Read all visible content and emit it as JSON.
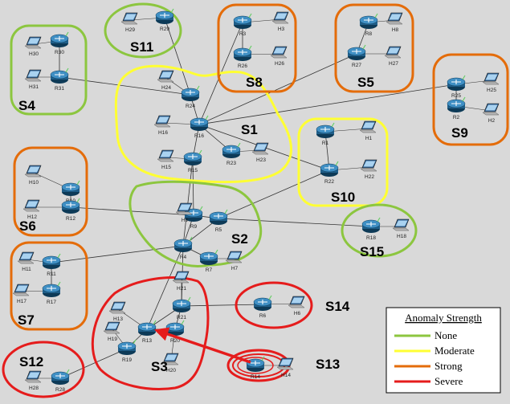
{
  "colors": {
    "none": "#8cc63f",
    "moderate": "#ffff33",
    "strong": "#e46c0a",
    "severe": "#e51c1c",
    "background": "#d9d9d9",
    "link": "#333333",
    "router": "#1f5f8a"
  },
  "regions": [
    {
      "label": "S1",
      "strength": "moderate"
    },
    {
      "label": "S2",
      "strength": "none"
    },
    {
      "label": "S3",
      "strength": "severe"
    },
    {
      "label": "S4",
      "strength": "none"
    },
    {
      "label": "S5",
      "strength": "strong"
    },
    {
      "label": "S6",
      "strength": "strong"
    },
    {
      "label": "S7",
      "strength": "strong"
    },
    {
      "label": "S8",
      "strength": "strong"
    },
    {
      "label": "S9",
      "strength": "strong"
    },
    {
      "label": "S10",
      "strength": "moderate"
    },
    {
      "label": "S11",
      "strength": "none"
    },
    {
      "label": "S12",
      "strength": "severe"
    },
    {
      "label": "S13",
      "strength": "severe"
    },
    {
      "label": "S14",
      "strength": "severe"
    },
    {
      "label": "S15",
      "strength": "none"
    }
  ],
  "routers": [
    "R1",
    "R2",
    "R3",
    "R4",
    "R5",
    "R6",
    "R7",
    "R8",
    "R9",
    "R10",
    "R11",
    "R12",
    "R13",
    "R14",
    "R15",
    "R16",
    "R17",
    "R18",
    "R19",
    "R20",
    "R21",
    "R22",
    "R23",
    "R24",
    "R25",
    "R26",
    "R27",
    "R28",
    "R29",
    "R30",
    "R31"
  ],
  "hosts": [
    "H1",
    "H2",
    "H3",
    "H6",
    "H7",
    "H8",
    "H9",
    "H10",
    "H11",
    "H12",
    "H13",
    "H14",
    "H15",
    "H16",
    "H17",
    "H18",
    "H19",
    "H20",
    "H21",
    "H22",
    "H23",
    "H24",
    "H25",
    "H26",
    "H27",
    "H28",
    "H29",
    "H30",
    "H31"
  ],
  "legend": {
    "title": "Anomaly Strength",
    "items": [
      {
        "label": "None",
        "color": "#8cc63f"
      },
      {
        "label": "Moderate",
        "color": "#ffff33"
      },
      {
        "label": "Strong",
        "color": "#e46c0a"
      },
      {
        "label": "Severe",
        "color": "#e51c1c"
      }
    ]
  },
  "attack_arrow": {
    "from": "R14",
    "to": "R13",
    "color": "#e51c1c"
  }
}
